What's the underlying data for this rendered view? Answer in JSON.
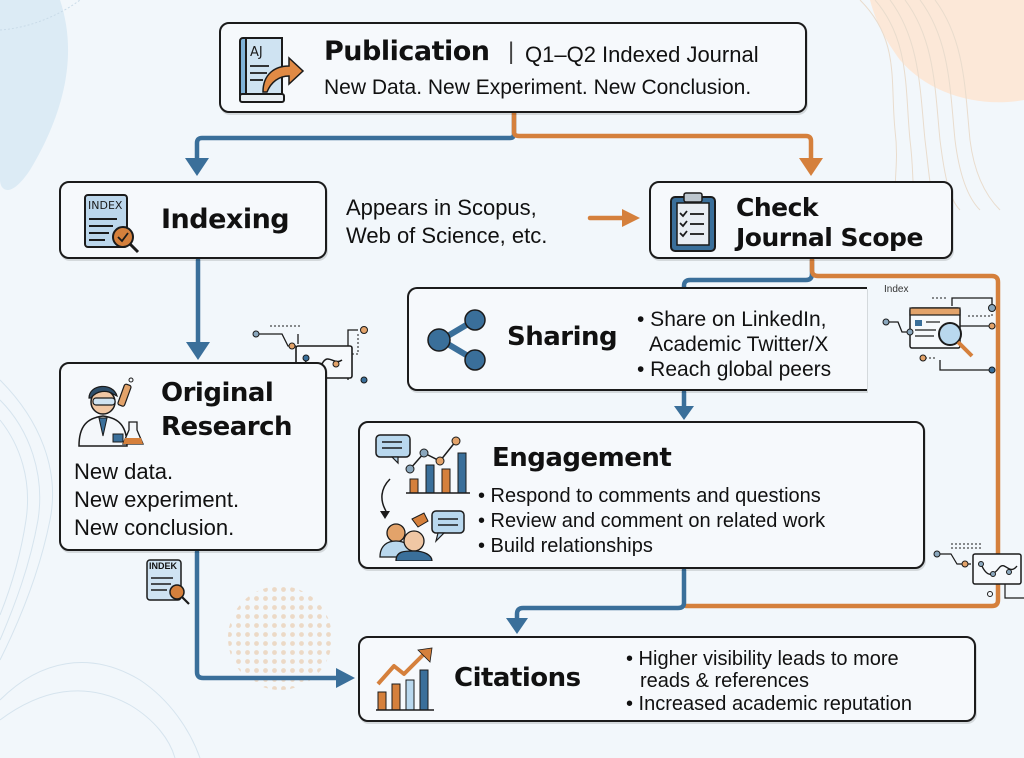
{
  "colors": {
    "blue": "#3a6f9a",
    "orange": "#d5803c",
    "box_border": "#1b1b1b",
    "background": "#f2f7fb"
  },
  "publication": {
    "title": "Publication",
    "separator": "|",
    "subtitle": "Q1–Q2 Indexed Journal",
    "tagline": "New Data. New Experiment. New Conclusion.",
    "icon": "book-arrow-icon",
    "icon_text": "AJ"
  },
  "indexing": {
    "title": "Indexing",
    "icon": "index-document-icon",
    "icon_text": "INDEX"
  },
  "appears": {
    "line1": "Appears in Scopus,",
    "line2": "Web of Science, etc."
  },
  "check_scope": {
    "line1": "Check",
    "line2": "Journal Scope",
    "icon": "clipboard-checklist-icon"
  },
  "sharing": {
    "title": "Sharing",
    "icon": "share-icon",
    "bullets": [
      "• Share on LinkedIn,",
      "Academic Twitter/X",
      "• Reach global peers"
    ]
  },
  "index_decoration": {
    "label": "Index",
    "icon": "browser-search-icon"
  },
  "original_research": {
    "title_line1": "Original",
    "title_line2": "Research",
    "icon": "scientist-icon",
    "lines": [
      "New data.",
      "New experiment.",
      "New conclusion."
    ]
  },
  "indek_decoration": {
    "label": "INDEK",
    "icon": "index-document-icon"
  },
  "engagement": {
    "title": "Engagement",
    "icon": "engagement-chart-people-icon",
    "bullets": [
      "• Respond to comments and questions",
      "• Review and comment on related work",
      "• Build relationships"
    ]
  },
  "citations": {
    "title": "Citations",
    "icon": "growth-chart-icon",
    "bullets": [
      "• Higher visibility leads to more",
      "reads & references",
      "• Increased academic reputation"
    ]
  }
}
